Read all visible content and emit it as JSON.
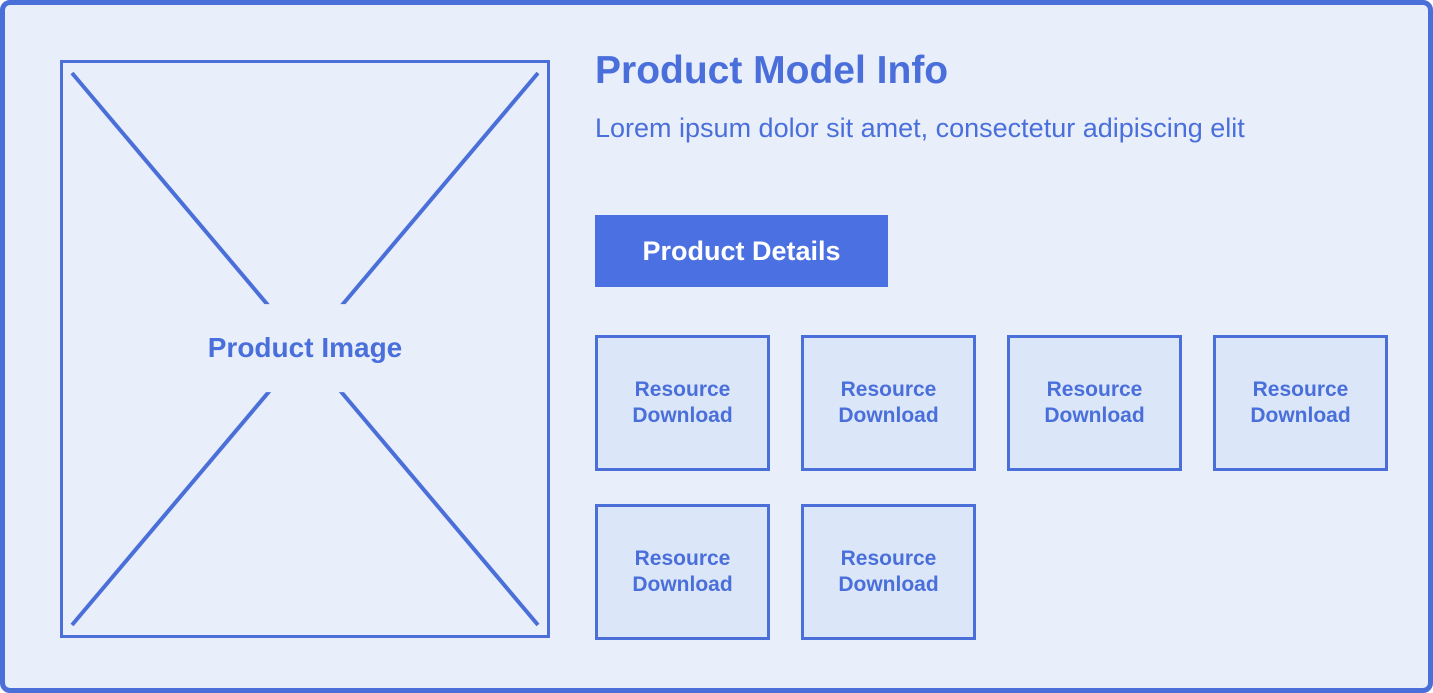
{
  "header": {
    "title": "Product Model Info",
    "subtitle": "Lorem ipsum dolor sit amet, consectetur adipiscing elit"
  },
  "product_image": {
    "label": "Product Image"
  },
  "actions": {
    "details_button_label": "Product Details"
  },
  "resources": {
    "items": [
      {
        "line1": "Resource",
        "line2": "Download"
      },
      {
        "line1": "Resource",
        "line2": "Download"
      },
      {
        "line1": "Resource",
        "line2": "Download"
      },
      {
        "line1": "Resource",
        "line2": "Download"
      },
      {
        "line1": "Resource",
        "line2": "Download"
      },
      {
        "line1": "Resource",
        "line2": "Download"
      }
    ]
  },
  "colors": {
    "page_background": "#e8effb",
    "accent_border": "#4a6fd9",
    "button_background": "#4a70e2",
    "button_text": "#ffffff",
    "resource_box_fill": "#dbe7f8",
    "text_blue": "#4a6fdb"
  }
}
